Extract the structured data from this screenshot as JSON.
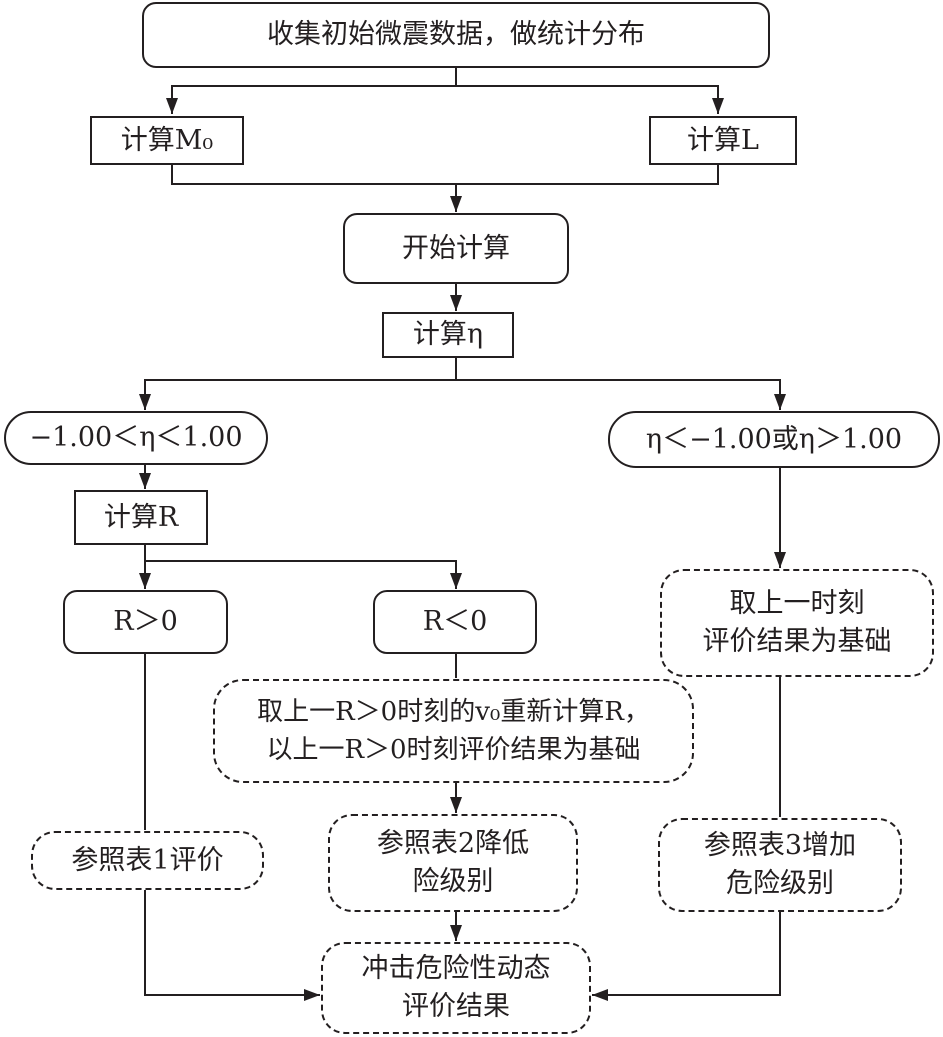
{
  "nodes": {
    "collect": [
      "收集初始微震数据，做统计分布"
    ],
    "calc_m0": [
      "计算M₀"
    ],
    "calc_l": [
      "计算L"
    ],
    "start": [
      "开始计算"
    ],
    "calc_eta": [
      "计算η"
    ],
    "cond_in": [
      "−1.00＜η＜1.00"
    ],
    "cond_out": [
      "η＜−1.00或η＞1.00"
    ],
    "calc_r": [
      "计算R"
    ],
    "r_pos": [
      "R＞0"
    ],
    "r_neg": [
      "R＜0"
    ],
    "prev_moment": [
      "取上一时刻",
      "评价结果为基础"
    ],
    "recalc": [
      "取上一R＞0时刻的v₀重新计算R，",
      "以上一R＞0时刻评价结果为基础"
    ],
    "table1": [
      "参照表1评价"
    ],
    "table2": [
      "参照表2降低",
      "险级别"
    ],
    "table3": [
      "参照表3增加",
      "危险级别"
    ],
    "result": [
      "冲击危险性动态",
      "评价结果"
    ]
  },
  "colors": {
    "stroke": "#231f20",
    "fill": "#ffffff"
  }
}
